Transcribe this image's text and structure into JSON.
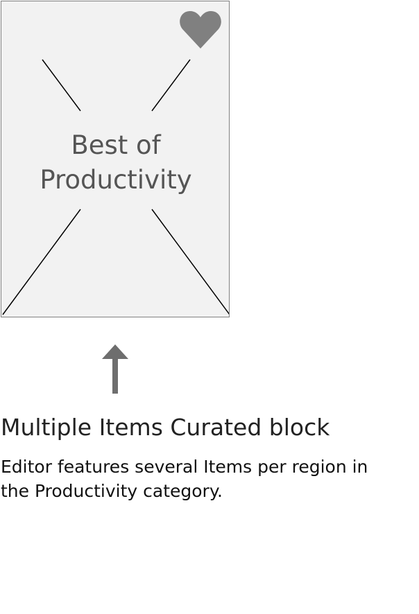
{
  "card": {
    "title_line1": "Best of",
    "title_line2": "Productivity",
    "icon": "heart-icon",
    "colors": {
      "background": "#f2f2f2",
      "border": "#808080",
      "heart": "#808080",
      "text": "#555555"
    }
  },
  "pointer": {
    "icon": "arrow-up-icon",
    "color": "#6e6e6e"
  },
  "caption": {
    "title": "Multiple Items Curated block",
    "description": "Editor features several Items per region in the Productivity category."
  }
}
